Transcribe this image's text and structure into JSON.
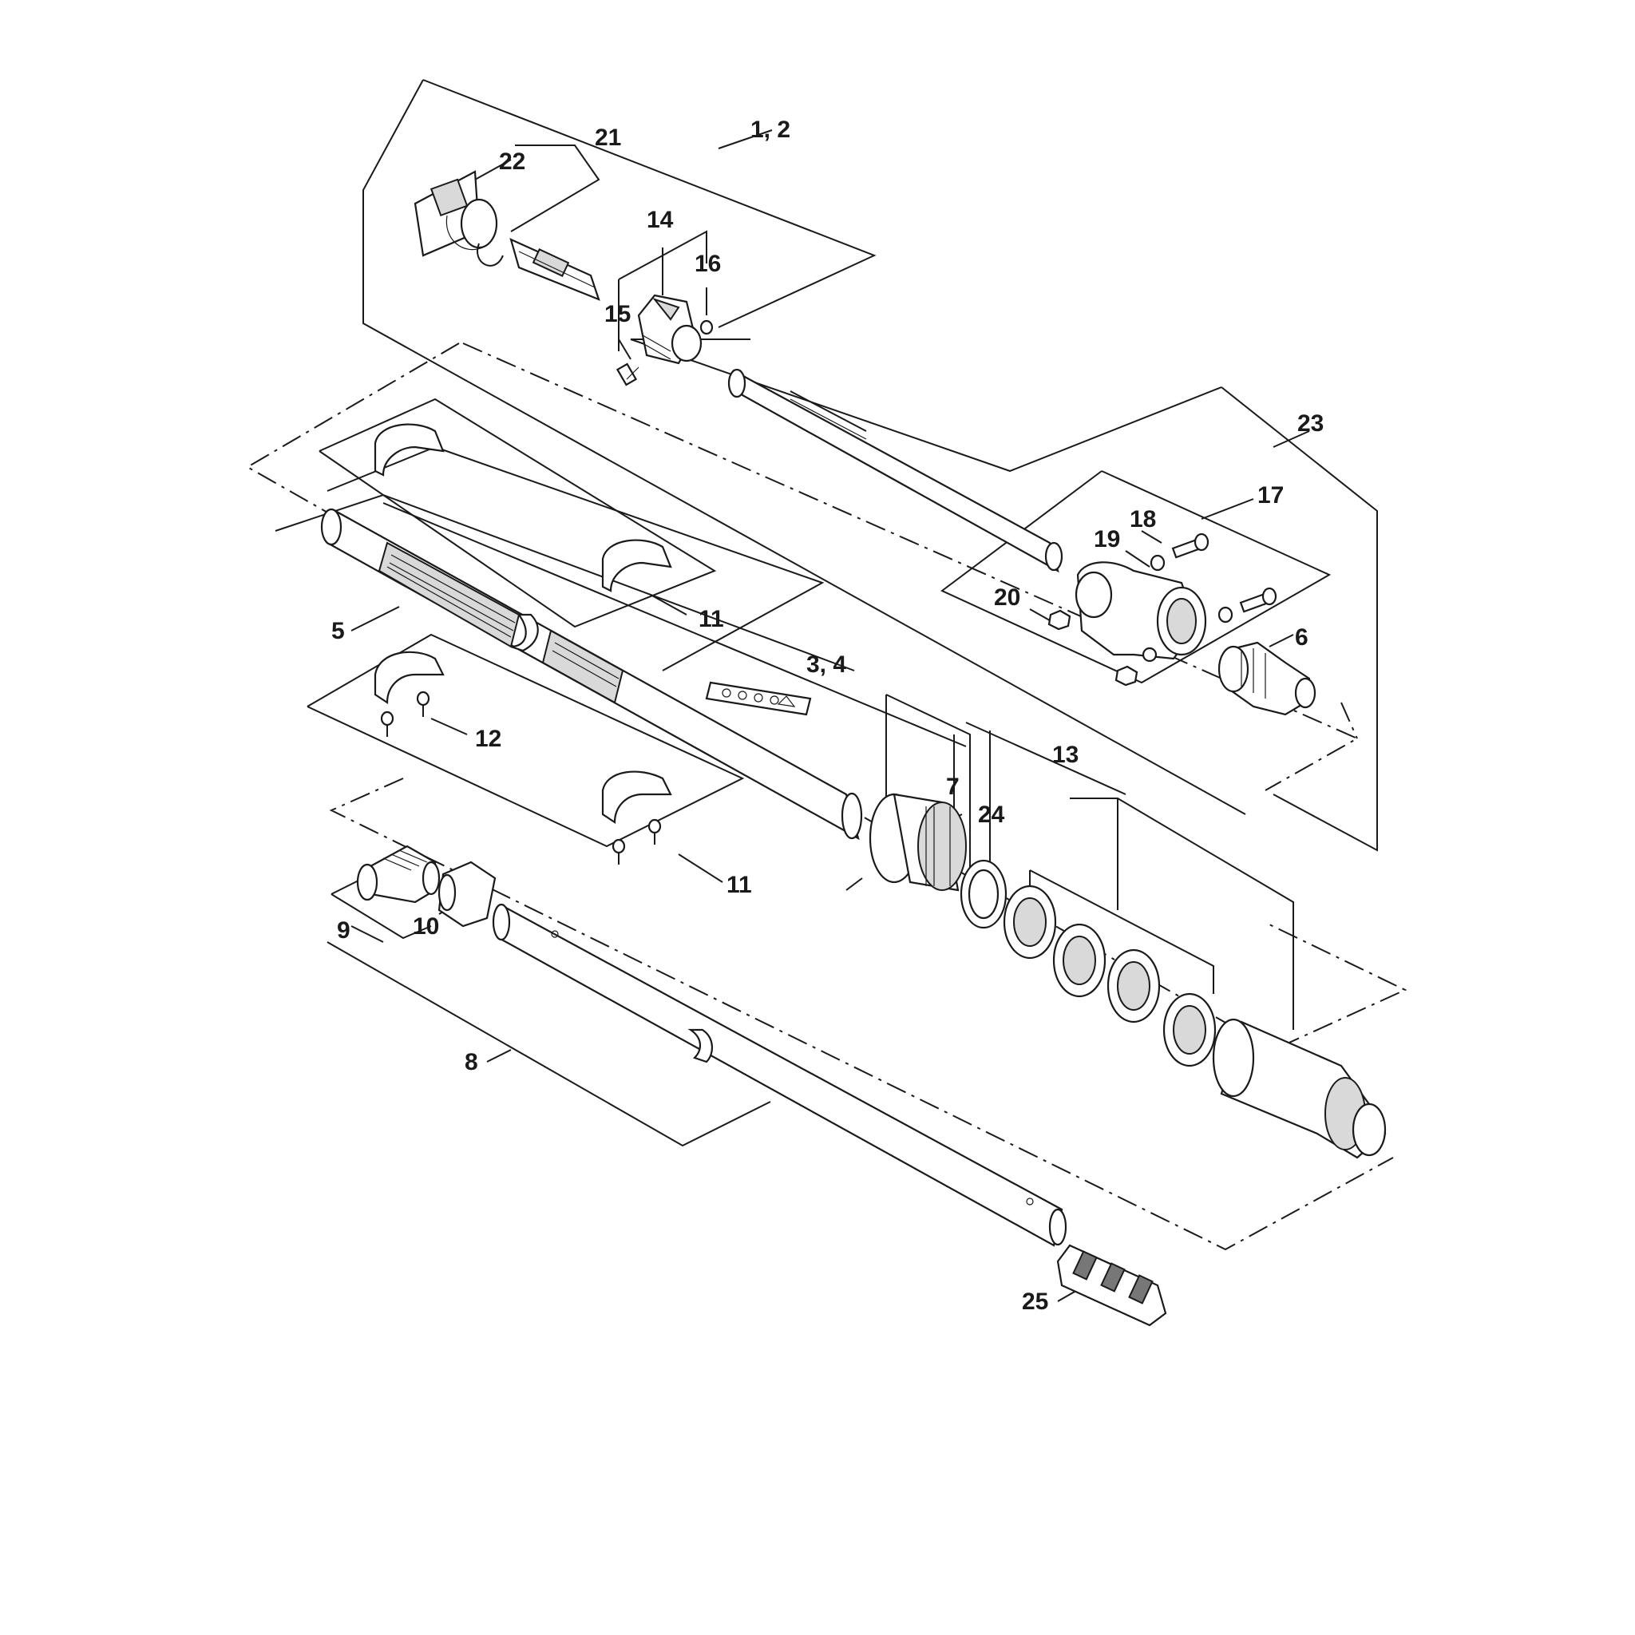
{
  "diagram": {
    "callouts": [
      {
        "id": "c-1-2",
        "text": "1, 2"
      },
      {
        "id": "c-21",
        "text": "21"
      },
      {
        "id": "c-22",
        "text": "22"
      },
      {
        "id": "c-14",
        "text": "14"
      },
      {
        "id": "c-16",
        "text": "16"
      },
      {
        "id": "c-15",
        "text": "15"
      },
      {
        "id": "c-23",
        "text": "23"
      },
      {
        "id": "c-17",
        "text": "17"
      },
      {
        "id": "c-18",
        "text": "18"
      },
      {
        "id": "c-19",
        "text": "19"
      },
      {
        "id": "c-20",
        "text": "20"
      },
      {
        "id": "c-6",
        "text": "6"
      },
      {
        "id": "c-11a",
        "text": "11"
      },
      {
        "id": "c-5",
        "text": "5"
      },
      {
        "id": "c-3-4",
        "text": "3, 4"
      },
      {
        "id": "c-12",
        "text": "12"
      },
      {
        "id": "c-13",
        "text": "13"
      },
      {
        "id": "c-7",
        "text": "7"
      },
      {
        "id": "c-24",
        "text": "24"
      },
      {
        "id": "c-11b",
        "text": "11"
      },
      {
        "id": "c-9",
        "text": "9"
      },
      {
        "id": "c-10",
        "text": "10"
      },
      {
        "id": "c-8",
        "text": "8"
      },
      {
        "id": "c-25",
        "text": "25"
      }
    ]
  }
}
